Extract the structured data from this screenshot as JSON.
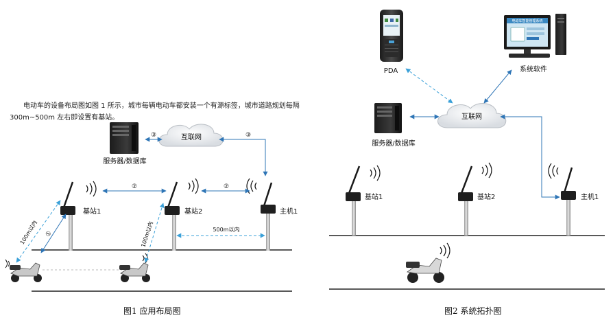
{
  "intro": {
    "line1": "电动车的设备布局图如图 1 所示，城市每辆电动车都安装一个有源标签，城市道路规划每隔",
    "line2": "300m~500m 左右即设置有基站。"
  },
  "fig1": {
    "caption": "图1 应用布局图",
    "server_label": "服务器/数据库",
    "cloud_label": "互联网",
    "station1_label": "基站1",
    "station2_label": "基站2",
    "host_label": "主机1",
    "step3_left": "③",
    "step3_right": "③",
    "step2_left": "②",
    "step2_right": "②",
    "step1": "①",
    "range_left": "100m以内",
    "range_mid": "100m以内",
    "spacing": "500m以内"
  },
  "fig2": {
    "caption": "图2 系统拓扑图",
    "pda_label": "PDA",
    "software_label": "系统软件",
    "screen_title": "电动车智能管理系统",
    "server_label": "服务器/数据库",
    "cloud_label": "互联网",
    "station1_label": "基站1",
    "station2_label": "基站2",
    "host_label": "主机1"
  },
  "colors": {
    "link_blue": "#2e75b6",
    "dashed_cyan": "#3aa0d8",
    "road": "#222222"
  }
}
